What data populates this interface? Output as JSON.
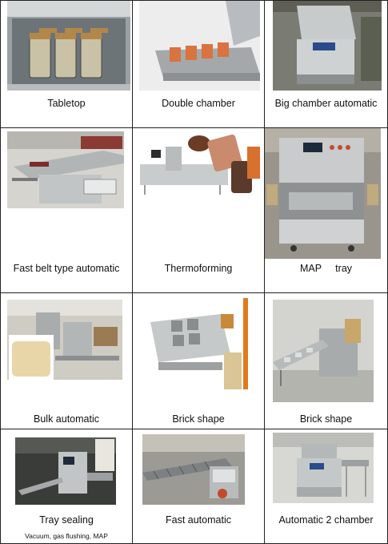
{
  "cells": [
    {
      "label": "Tabletop",
      "icon": "tabletop-vacuum-jars-photo"
    },
    {
      "label": "Double chamber",
      "icon": "double-chamber-trays-photo"
    },
    {
      "label": "Big chamber automatic",
      "icon": "big-chamber-machine-photo"
    },
    {
      "label": "Fast belt type automatic",
      "icon": "belt-conveyor-machine-photo"
    },
    {
      "label": "Thermoforming",
      "icon": "thermoforming-machine-photo"
    },
    {
      "label": "MAP     tray",
      "icon": "map-tray-machine-photo"
    },
    {
      "label": "Bulk automatic",
      "icon": "bulk-automatic-machine-photo"
    },
    {
      "label": "Brick shape",
      "icon": "brick-shape-machine-photo"
    },
    {
      "label": "Brick shape",
      "icon": "brick-shape-line-photo"
    },
    {
      "label": "Tray sealing",
      "sub": "Vacuum, gas flushing, MAP",
      "icon": "tray-sealing-line-photo"
    },
    {
      "label": "Fast automatic",
      "icon": "fast-automatic-conveyor-photo"
    },
    {
      "label": "Automatic 2 chamber",
      "icon": "automatic-2-chamber-photo"
    }
  ]
}
